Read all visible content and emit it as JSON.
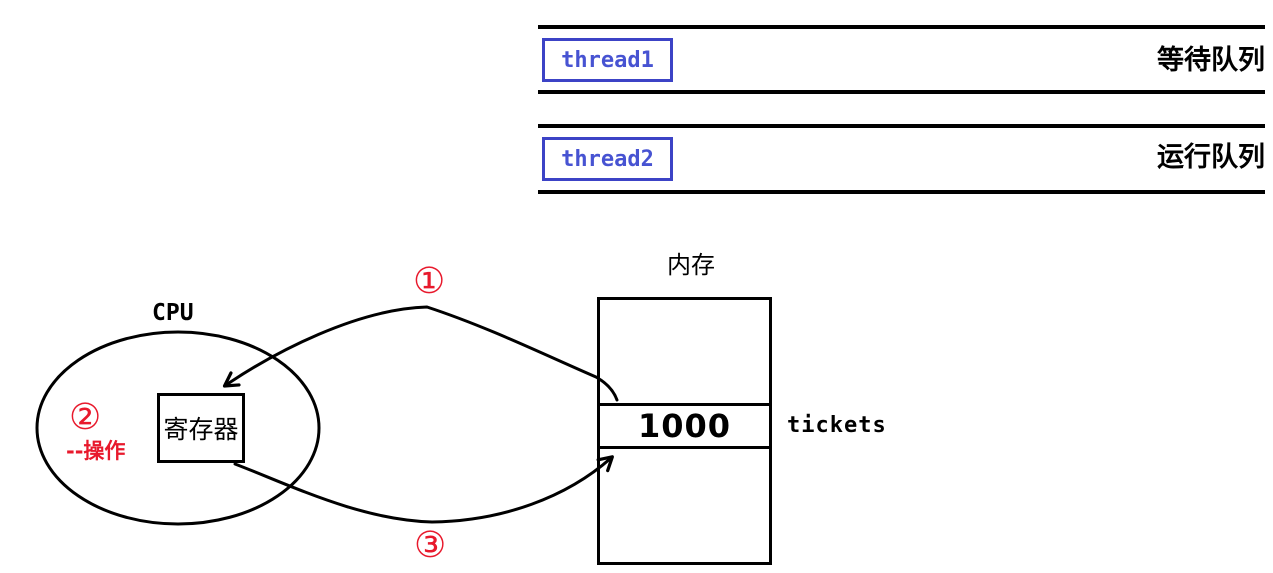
{
  "queues": [
    {
      "thread_label": "thread1",
      "queue_label": "等待队列"
    },
    {
      "thread_label": "thread2",
      "queue_label": "运行队列"
    }
  ],
  "cpu": {
    "title": "CPU",
    "register_label": "寄存器",
    "step_badge": "②",
    "step_operation": "--操作"
  },
  "memory": {
    "title": "内存",
    "cell_value": "1000",
    "cell_name": "tickets"
  },
  "arrows": {
    "read_step_badge": "①",
    "write_step_badge": "③"
  },
  "colors": {
    "thread_blue": "#3c43c6",
    "annotation_red": "#e8192c",
    "line_black": "#000000"
  }
}
